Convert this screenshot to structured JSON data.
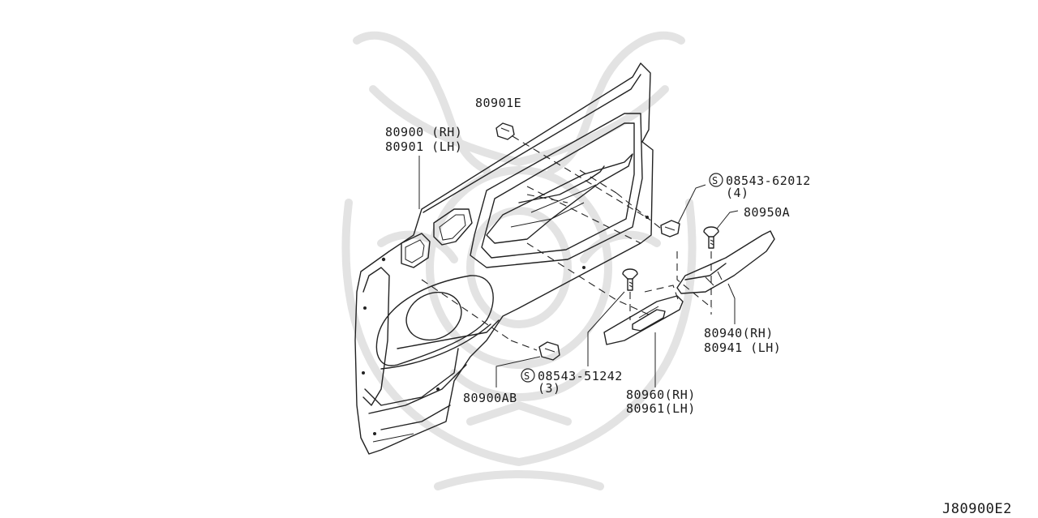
{
  "diagram": {
    "code": "J80900E2",
    "labels": {
      "p80901e": "80901E",
      "p80900_rh": "80900 (RH)",
      "p80901_lh": "80901 (LH)",
      "p08543_62012": "08543-62012",
      "p08543_62012_qty": "(4)",
      "p80950a": "80950A",
      "p80940_rh": "80940(RH)",
      "p80941_lh": "80941 (LH)",
      "p08543_51242": "08543-51242",
      "p08543_51242_qty": "(3)",
      "p80900ab": "80900AB",
      "p80960_rh": "80960(RH)",
      "p80961_lh": "80961(LH)"
    },
    "symbols": {
      "standard_part_mark": "S"
    }
  }
}
